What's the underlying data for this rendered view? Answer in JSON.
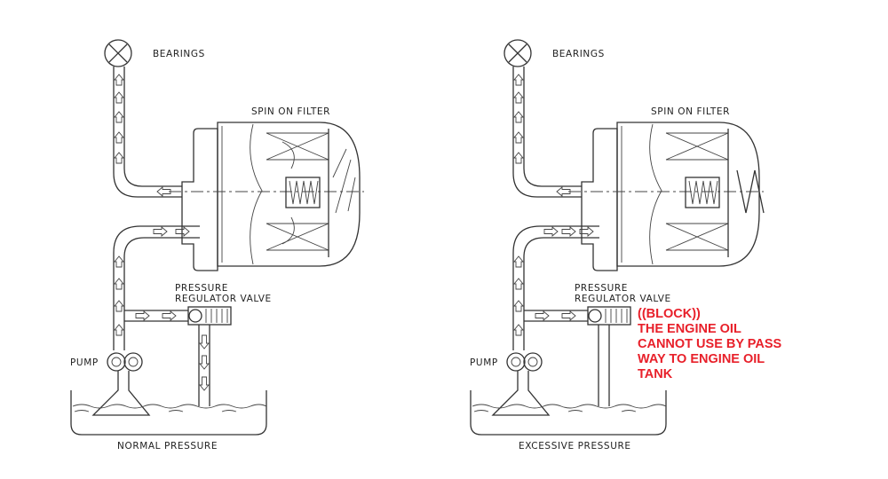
{
  "panels": [
    {
      "bearings_label": "BEARINGS",
      "filter_label": "SPIN ON FILTER",
      "valve_label_line1": "PRESSURE",
      "valve_label_line2": "REGULATOR VALVE",
      "pump_label": "PUMP",
      "caption": "NORMAL PRESSURE"
    },
    {
      "bearings_label": "BEARINGS",
      "filter_label": "SPIN ON FILTER",
      "valve_label_line1": "PRESSURE",
      "valve_label_line2": "REGULATOR VALVE",
      "pump_label": "PUMP",
      "caption": "EXCESSIVE PRESSURE"
    }
  ],
  "annotation": {
    "lines": [
      "((BLOCK))",
      "THE ENGINE OIL",
      "CANNOT USE BY PASS",
      "WAY TO ENGINE OIL",
      "TANK"
    ],
    "color": "#e8202a"
  }
}
